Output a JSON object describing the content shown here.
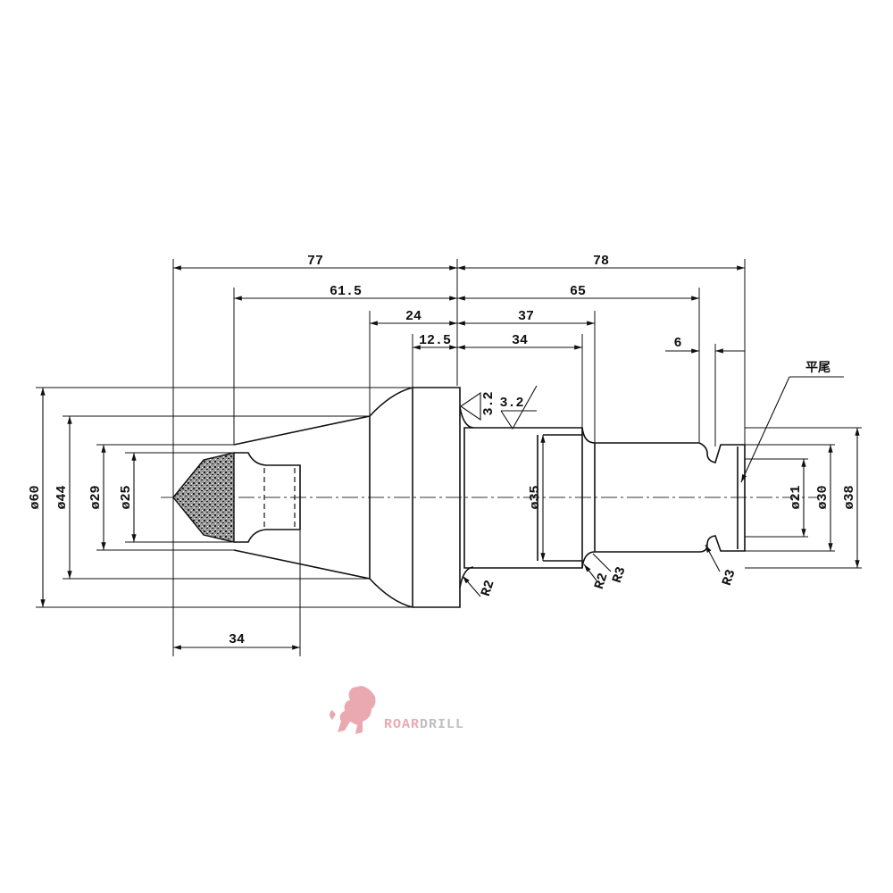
{
  "dimensions": {
    "len_77": "77",
    "len_78": "78",
    "len_61_5": "61.5",
    "len_65": "65",
    "len_24": "24",
    "len_37": "37",
    "len_12_5": "12.5",
    "len_34_top": "34",
    "len_6": "6",
    "len_34_bottom": "34",
    "dia_60": "ø60",
    "dia_44": "ø44",
    "dia_29": "ø29",
    "dia_25": "ø25",
    "dia_35": "ø35",
    "dia_21": "ø21",
    "dia_30": "ø30",
    "dia_38": "ø38",
    "roughness_1": "3.2",
    "roughness_2": "3.2",
    "radius_1": "R2",
    "radius_2": "R2",
    "radius_3": "R3",
    "radius_4": "R3"
  },
  "note_flat_tail": "平尾",
  "logo": {
    "part_roar": "ROAR",
    "part_drill": "DRILL",
    "color_roar": "#e8a0a8",
    "color_drill": "#b8b8b8"
  }
}
